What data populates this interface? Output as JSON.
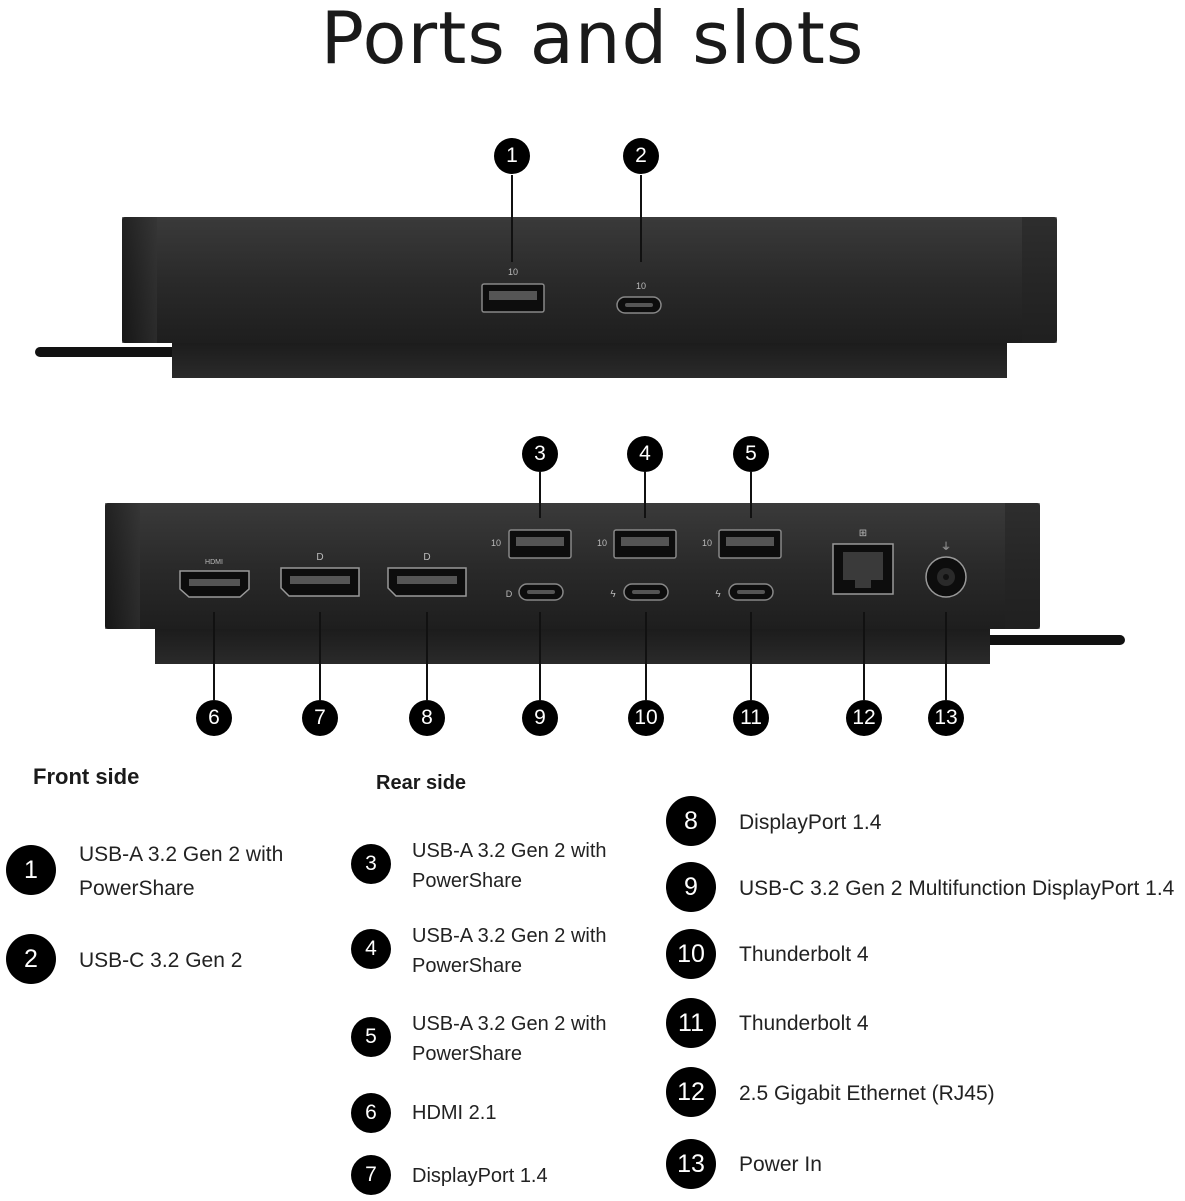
{
  "title": "Ports and slots",
  "front_section_title": "Front side",
  "rear_section_title": "Rear side",
  "device_labels": {
    "usb_speed": "10",
    "hdmi": "HDMI"
  },
  "callouts": [
    "1",
    "2",
    "3",
    "4",
    "5",
    "6",
    "7",
    "8",
    "9",
    "10",
    "11",
    "12",
    "13"
  ],
  "legend": {
    "front": [
      {
        "num": "1",
        "lines": [
          "USB-A 3.2 Gen 2 with",
          "PowerShare"
        ]
      },
      {
        "num": "2",
        "lines": [
          "USB-C 3.2 Gen 2"
        ]
      }
    ],
    "rear": [
      {
        "num": "3",
        "lines": [
          "USB-A 3.2 Gen 2 with",
          "PowerShare"
        ]
      },
      {
        "num": "4",
        "lines": [
          "USB-A 3.2 Gen 2 with",
          "PowerShare"
        ]
      },
      {
        "num": "5",
        "lines": [
          "USB-A 3.2 Gen 2 with",
          "PowerShare"
        ]
      },
      {
        "num": "6",
        "lines": [
          "HDMI 2.1"
        ]
      },
      {
        "num": "7",
        "lines": [
          "DisplayPort 1.4"
        ]
      }
    ],
    "right": [
      {
        "num": "8",
        "lines": [
          "DisplayPort 1.4"
        ]
      },
      {
        "num": "9",
        "lines": [
          "USB-C 3.2 Gen 2 Multifunction DisplayPort 1.4"
        ]
      },
      {
        "num": "10",
        "lines": [
          "Thunderbolt 4"
        ]
      },
      {
        "num": "11",
        "lines": [
          "Thunderbolt 4"
        ]
      },
      {
        "num": "12",
        "lines": [
          "2.5 Gigabit Ethernet (RJ45)"
        ]
      },
      {
        "num": "13",
        "lines": [
          "Power In"
        ]
      }
    ]
  }
}
